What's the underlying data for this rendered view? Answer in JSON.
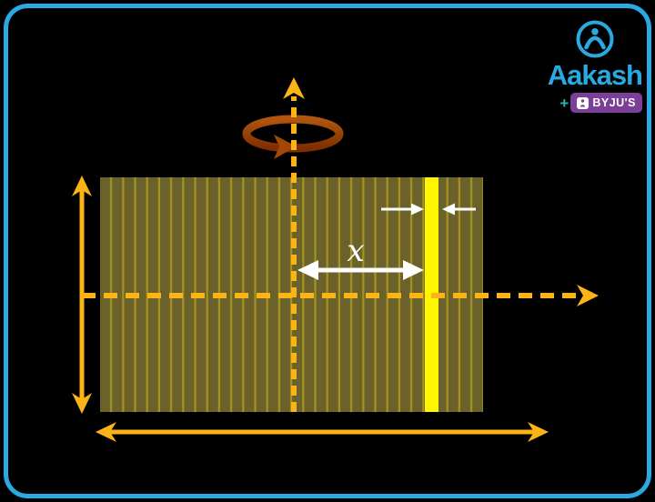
{
  "page": {
    "background": "#000000"
  },
  "frame": {
    "border_color": "#2BA9E2"
  },
  "logo": {
    "brand": "Aakash",
    "plus": "+",
    "partner": "BYJU'S",
    "brand_color": "#29A9E0",
    "badge_color": "#7B3F98",
    "plus_color": "#2DB5AD"
  },
  "diagram": {
    "distance_label": "x",
    "colors": {
      "plate_fill": "#6A612B",
      "plate_stripe": "#A6931F",
      "highlight_strip": "#FFF500",
      "axis_orange": "#FBB316",
      "rotation_light": "#B2560E",
      "rotation_dark": "#7E2E00",
      "rotation_head": "#A24708",
      "measure_white": "#FFFFFF"
    }
  }
}
